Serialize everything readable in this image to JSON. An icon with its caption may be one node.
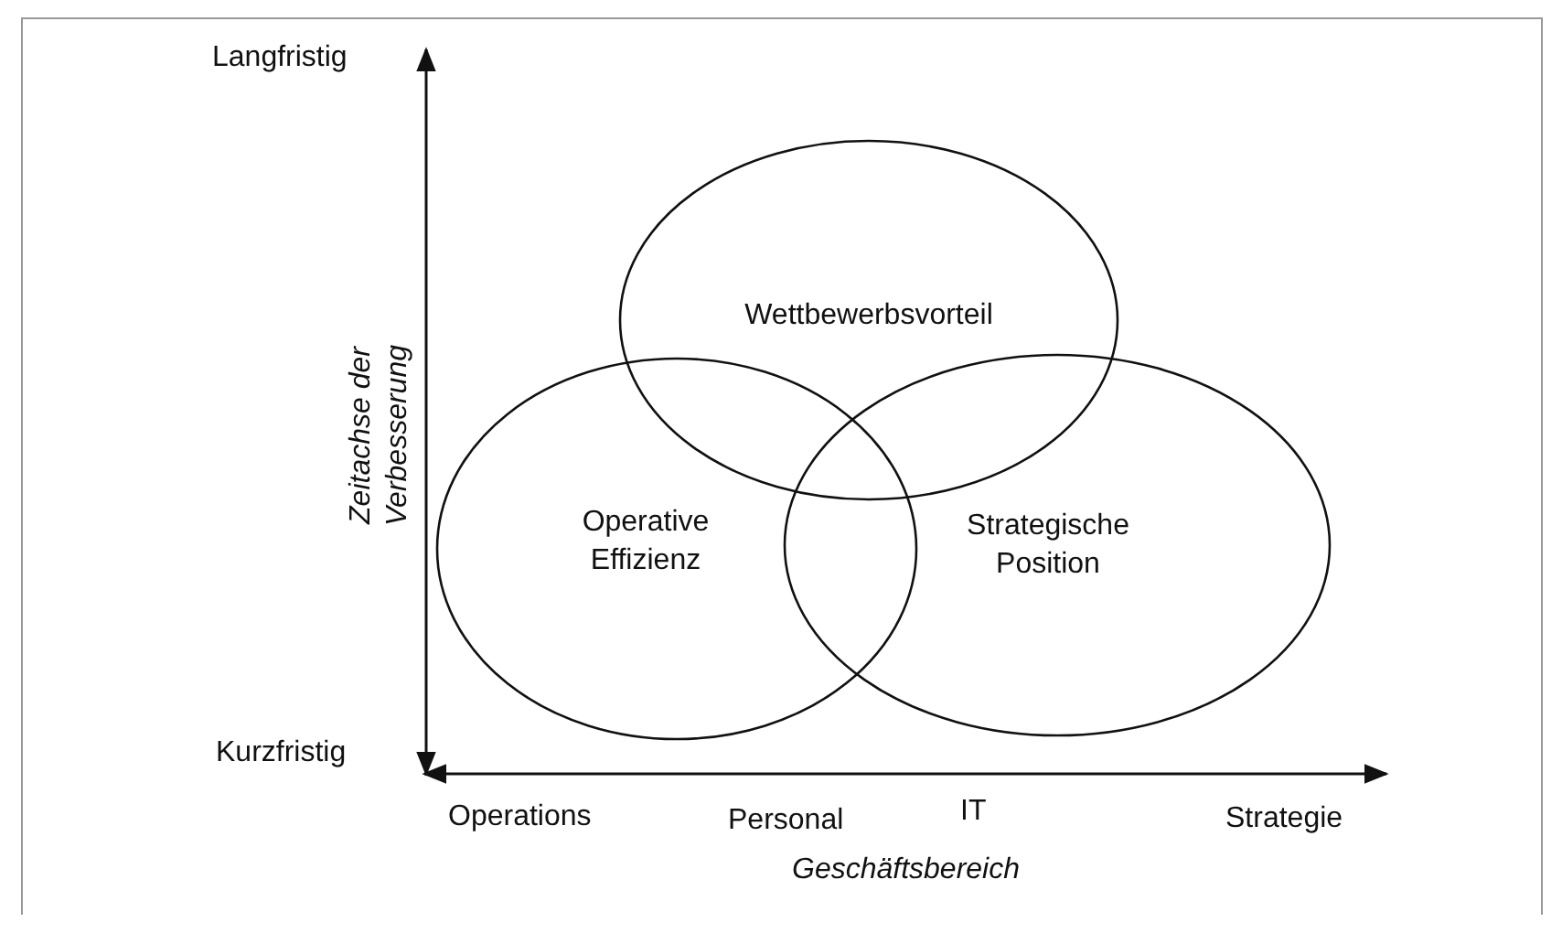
{
  "diagram": {
    "nodes": [
      {
        "text": [
          "Wettbewerbsvorteil"
        ]
      },
      {
        "text": [
          "Operative Effizienz"
        ]
      },
      {
        "text": [
          "Strategische Position"
        ]
      }
    ],
    "labels": [
      "Langfristig",
      "Zeitachse der Verbesserung",
      "Kurzfristig",
      "Operations",
      "Personal",
      "IT",
      "Strategie",
      "Geschäftsbereich"
    ]
  }
}
